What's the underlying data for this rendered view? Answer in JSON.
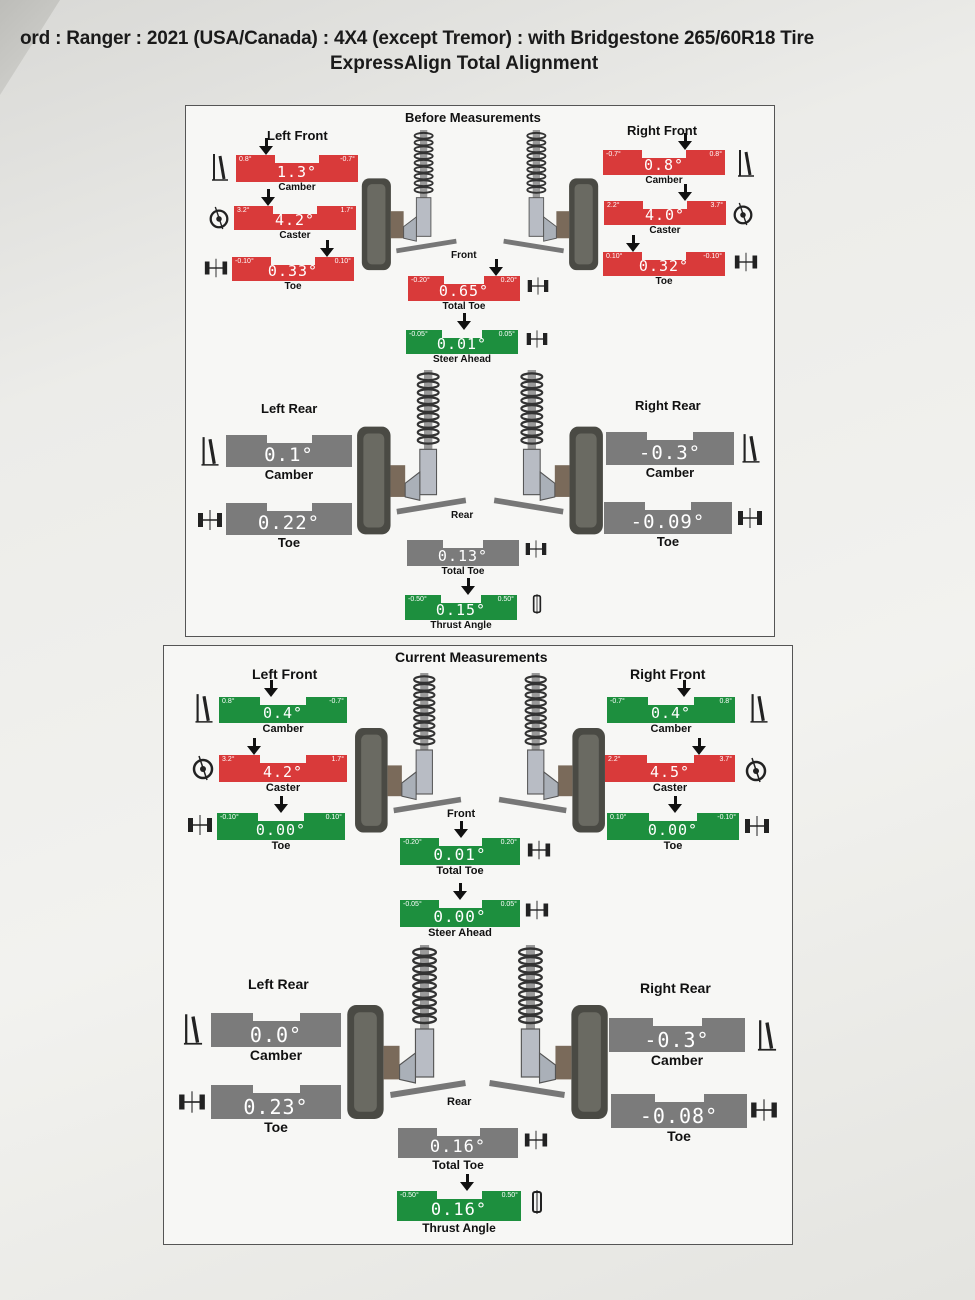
{
  "header": {
    "line1": "ord : Ranger : 2021 (USA/Canada) : 4X4 (except Tremor) : with Bridgestone 265/60R18 Tire",
    "line2": "ExpressAlign Total Alignment"
  },
  "before": {
    "title": "Before Measurements",
    "left_front": {
      "label": "Left Front",
      "camber": {
        "value": "1.3°",
        "min": "0.8°",
        "max": "-0.7°",
        "caption": "Camber",
        "status": "red"
      },
      "caster": {
        "value": "4.2°",
        "min": "3.2°",
        "max": "1.7°",
        "caption": "Caster",
        "status": "red"
      },
      "toe": {
        "value": "0.33°",
        "min": "-0.10°",
        "max": "0.10°",
        "caption": "Toe",
        "status": "red"
      }
    },
    "right_front": {
      "label": "Right Front",
      "camber": {
        "value": "0.8°",
        "min": "-0.7°",
        "max": "0.8°",
        "caption": "Camber",
        "status": "red"
      },
      "caster": {
        "value": "4.0°",
        "min": "2.2°",
        "max": "3.7°",
        "caption": "Caster",
        "status": "red"
      },
      "toe": {
        "value": "0.32°",
        "min": "0.10°",
        "max": "-0.10°",
        "caption": "Toe",
        "status": "red"
      }
    },
    "front_label": "Front",
    "total_toe_front": {
      "value": "0.65°",
      "min": "-0.20°",
      "max": "0.20°",
      "caption": "Total Toe",
      "status": "red"
    },
    "steer_ahead": {
      "value": "0.01°",
      "min": "-0.05°",
      "max": "0.05°",
      "caption": "Steer Ahead",
      "status": "green"
    },
    "left_rear": {
      "label": "Left Rear",
      "camber": {
        "value": "0.1°",
        "caption": "Camber",
        "status": "gray"
      },
      "toe": {
        "value": "0.22°",
        "caption": "Toe",
        "status": "gray"
      }
    },
    "right_rear": {
      "label": "Right Rear",
      "camber": {
        "value": "-0.3°",
        "caption": "Camber",
        "status": "gray"
      },
      "toe": {
        "value": "-0.09°",
        "caption": "Toe",
        "status": "gray"
      }
    },
    "rear_label": "Rear",
    "total_toe_rear": {
      "value": "0.13°",
      "caption": "Total Toe",
      "status": "gray"
    },
    "thrust_angle": {
      "value": "0.15°",
      "min": "-0.50°",
      "max": "0.50°",
      "caption": "Thrust Angle",
      "status": "green"
    }
  },
  "current": {
    "title": "Current Measurements",
    "left_front": {
      "label": "Left Front",
      "camber": {
        "value": "0.4°",
        "min": "0.8°",
        "max": "-0.7°",
        "caption": "Camber",
        "status": "green"
      },
      "caster": {
        "value": "4.2°",
        "min": "3.2°",
        "max": "1.7°",
        "caption": "Caster",
        "status": "red"
      },
      "toe": {
        "value": "0.00°",
        "min": "-0.10°",
        "max": "0.10°",
        "caption": "Toe",
        "status": "green"
      }
    },
    "right_front": {
      "label": "Right Front",
      "camber": {
        "value": "0.4°",
        "min": "-0.7°",
        "max": "0.8°",
        "caption": "Camber",
        "status": "green"
      },
      "caster": {
        "value": "4.5°",
        "min": "2.2°",
        "max": "3.7°",
        "caption": "Caster",
        "status": "red"
      },
      "toe": {
        "value": "0.00°",
        "min": "0.10°",
        "max": "-0.10°",
        "caption": "Toe",
        "status": "green"
      }
    },
    "front_label": "Front",
    "total_toe_front": {
      "value": "0.01°",
      "min": "-0.20°",
      "max": "0.20°",
      "caption": "Total Toe",
      "status": "green"
    },
    "steer_ahead": {
      "value": "0.00°",
      "min": "-0.05°",
      "max": "0.05°",
      "caption": "Steer Ahead",
      "status": "green"
    },
    "left_rear": {
      "label": "Left Rear",
      "camber": {
        "value": "0.0°",
        "caption": "Camber",
        "status": "gray"
      },
      "toe": {
        "value": "0.23°",
        "caption": "Toe",
        "status": "gray"
      }
    },
    "right_rear": {
      "label": "Right Rear",
      "camber": {
        "value": "-0.3°",
        "caption": "Camber",
        "status": "gray"
      },
      "toe": {
        "value": "-0.08°",
        "caption": "Toe",
        "status": "gray"
      }
    },
    "rear_label": "Rear",
    "total_toe_rear": {
      "value": "0.16°",
      "caption": "Total Toe",
      "status": "gray"
    },
    "thrust_angle": {
      "value": "0.16°",
      "min": "-0.50°",
      "max": "0.50°",
      "caption": "Thrust Angle",
      "status": "green"
    }
  },
  "colors": {
    "out_of_spec": "#d93a3a",
    "in_spec": "#1d8f3e",
    "no_spec": "#7b7b7b"
  },
  "icons": [
    "camber-icon",
    "caster-icon",
    "toe-icon",
    "steer-icon",
    "thrust-icon",
    "strut-assembly-icon",
    "wheel-icon"
  ]
}
